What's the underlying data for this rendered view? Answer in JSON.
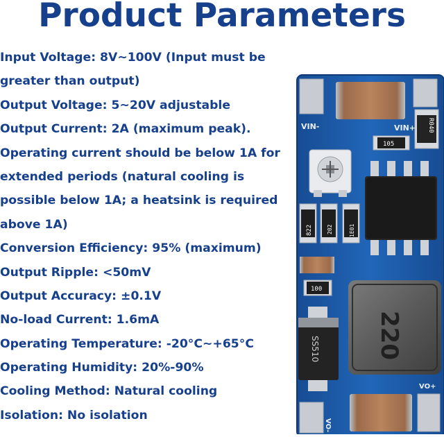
{
  "title": "Product Parameters",
  "spec_lines": [
    "Input Voltage: 8V~100V (Input must be",
    "greater than output)",
    "Output Voltage: 5~20V adjustable",
    "Output Current: 2A (maximum peak).",
    "Operating current should be below 1A for",
    "extended periods (natural cooling is",
    "possible below 1A; a heatsink is required",
    "above 1A)",
    "Conversion Efficiency: 95% (maximum)",
    "Output Ripple: <50mV",
    "Output Accuracy: ±0.1V",
    "No-load Current: 1.6mA",
    "Operating Temperature: -20°C~+65°C",
    "Operating Humidity: 20%-90%",
    "Cooling Method: Natural cooling",
    "Isolation: No isolation"
  ],
  "board_labels": {
    "vin_minus": "VIN-",
    "vin_plus": "VIN+",
    "r040": "R040",
    "r105": "105",
    "r822": "822",
    "r202": "202",
    "r1e01": "1E01",
    "r100": "100",
    "inductor": "220",
    "diode": "SS510",
    "vo_minus": "VO-",
    "vo_plus": "VO+"
  },
  "colors": {
    "title": "#163f8c",
    "text": "#163f8c",
    "pcb": "#1f5fb0",
    "pcb_dark": "#174c93"
  }
}
